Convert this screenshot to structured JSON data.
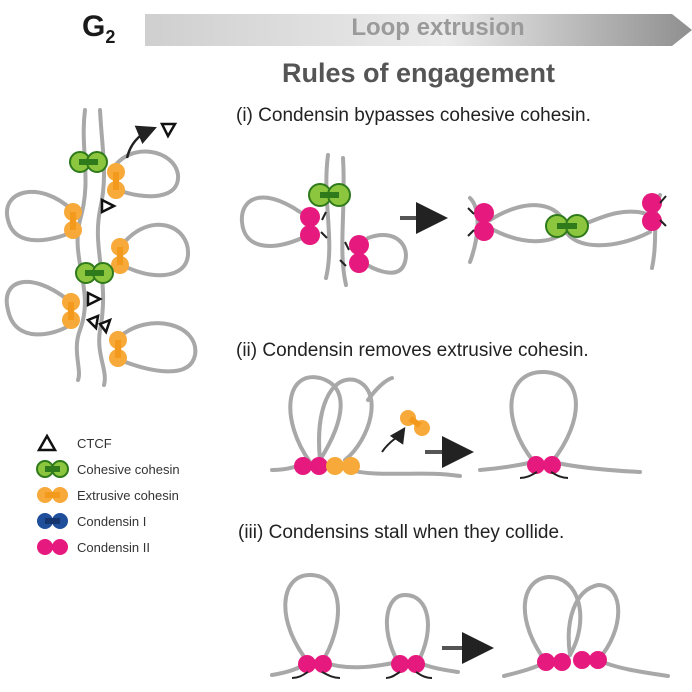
{
  "header": {
    "phase_main": "G",
    "phase_sub": "2",
    "banner_label": "Loop extrusion",
    "subtitle": "Rules of engagement"
  },
  "rules": [
    {
      "text": "(i) Condensin bypasses cohesive cohesin."
    },
    {
      "text": "(ii) Condensin removes extrusive cohesin."
    },
    {
      "text": "(iii) Condensins stall when they collide."
    }
  ],
  "legend": [
    {
      "label": "CTCF",
      "icon": "ctcf-triangle-icon"
    },
    {
      "label": "Cohesive cohesin",
      "icon": "cohesive-cohesin-icon",
      "color": "#8cc63f"
    },
    {
      "label": "Extrusive cohesin",
      "icon": "extrusive-cohesin-icon",
      "color": "#f7a93a"
    },
    {
      "label": "Condensin I",
      "icon": "condensin-i-icon",
      "color": "#1f4e9a"
    },
    {
      "label": "Condensin II",
      "icon": "condensin-ii-icon",
      "color": "#e6197e"
    }
  ],
  "colors": {
    "chromatin": "#a8a8a8",
    "cohesive_cohesin": "#8cc63f",
    "cohesive_cohesin_dark": "#3c8c1e",
    "extrusive_cohesin": "#f7a93a",
    "condensin_i": "#1f4e9a",
    "condensin_ii": "#e6197e",
    "arrow": "#555555"
  }
}
